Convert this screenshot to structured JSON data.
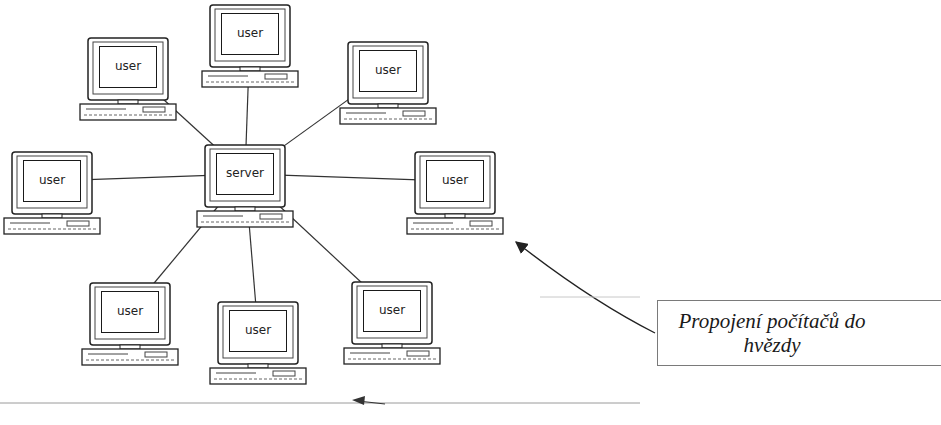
{
  "diagram": {
    "nodes": [
      {
        "text": [
          "user"
        ]
      },
      {
        "text": [
          "user"
        ]
      },
      {
        "text": [
          "user"
        ]
      },
      {
        "text": [
          "user"
        ]
      },
      {
        "text": [
          "server"
        ]
      },
      {
        "text": [
          "user"
        ]
      },
      {
        "text": [
          "user"
        ]
      },
      {
        "text": [
          "user"
        ]
      },
      {
        "text": [
          "user"
        ]
      },
      {
        "text": [
          "Propojení počítačů do hvězdy"
        ]
      }
    ],
    "edges": [
      {
        "from": 4,
        "to": 0,
        "arrow": "none"
      },
      {
        "from": 4,
        "to": 1,
        "arrow": "none"
      },
      {
        "from": 4,
        "to": 2,
        "arrow": "none"
      },
      {
        "from": 4,
        "to": 3,
        "arrow": "none"
      },
      {
        "from": 4,
        "to": 5,
        "arrow": "none"
      },
      {
        "from": 4,
        "to": 6,
        "arrow": "none"
      },
      {
        "from": 4,
        "to": 7,
        "arrow": "none"
      },
      {
        "from": 4,
        "to": 8,
        "arrow": "none"
      }
    ]
  }
}
